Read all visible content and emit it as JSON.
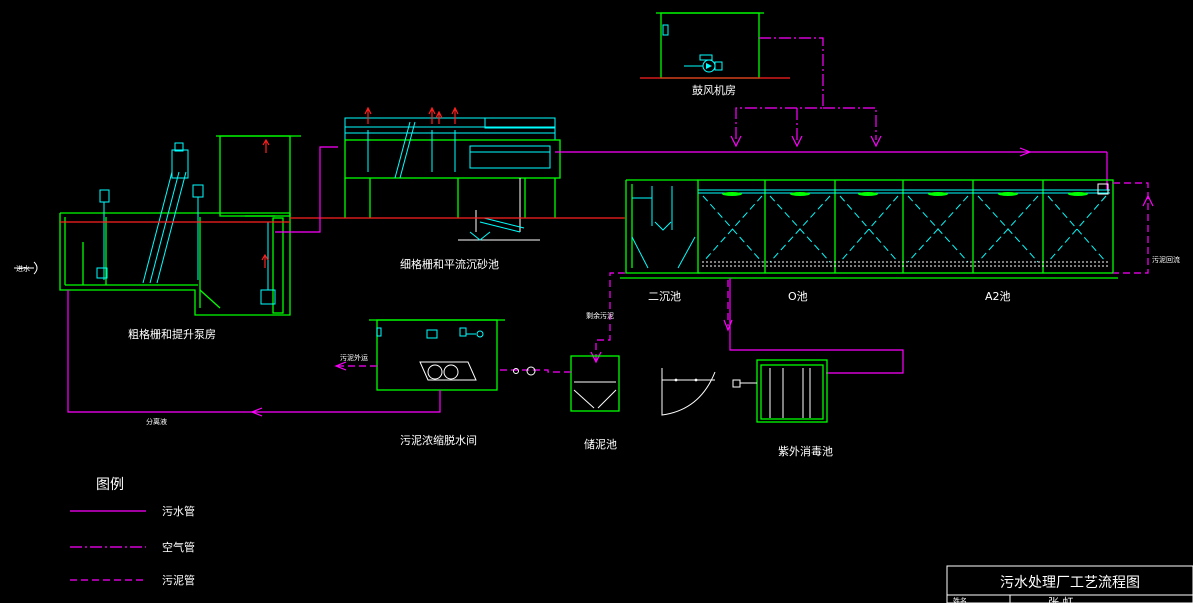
{
  "colors": {
    "structure": "#00ff00",
    "equipment": "#00ffff",
    "sewage_pipe": "#ff00ff",
    "air_pipe": "#ff00ff",
    "sludge_pipe": "#ff00ff",
    "water_level": "#ff2020",
    "text": "#ffffff",
    "background": "#000000"
  },
  "units": {
    "blower_room": "鼓风机房",
    "coarse_screen": "粗格栅和提升泵房",
    "fine_screen": "细格栅和平流沉砂池",
    "secondary_clarifier": "二沉池",
    "o_tank": "O池",
    "a2_tank": "A2池",
    "sludge_dewatering": "污泥浓缩脱水间",
    "sludge_storage": "储泥池",
    "uv_disinfection": "紫外消毒池"
  },
  "small_labels": {
    "inlet": "进水",
    "sludge_return": "污泥回流",
    "residual_sludge": "剩余污泥",
    "sludge_out": "污泥外运",
    "filtrate": "分离液"
  },
  "legend": {
    "title": "图例",
    "items": [
      {
        "label": "污水管",
        "style": "solid"
      },
      {
        "label": "空气管",
        "style": "dashdot"
      },
      {
        "label": "污泥管",
        "style": "dash"
      }
    ]
  },
  "title_block": {
    "title": "污水处理厂工艺流程图",
    "name_label": "姓名",
    "name_value": "张  虹"
  }
}
